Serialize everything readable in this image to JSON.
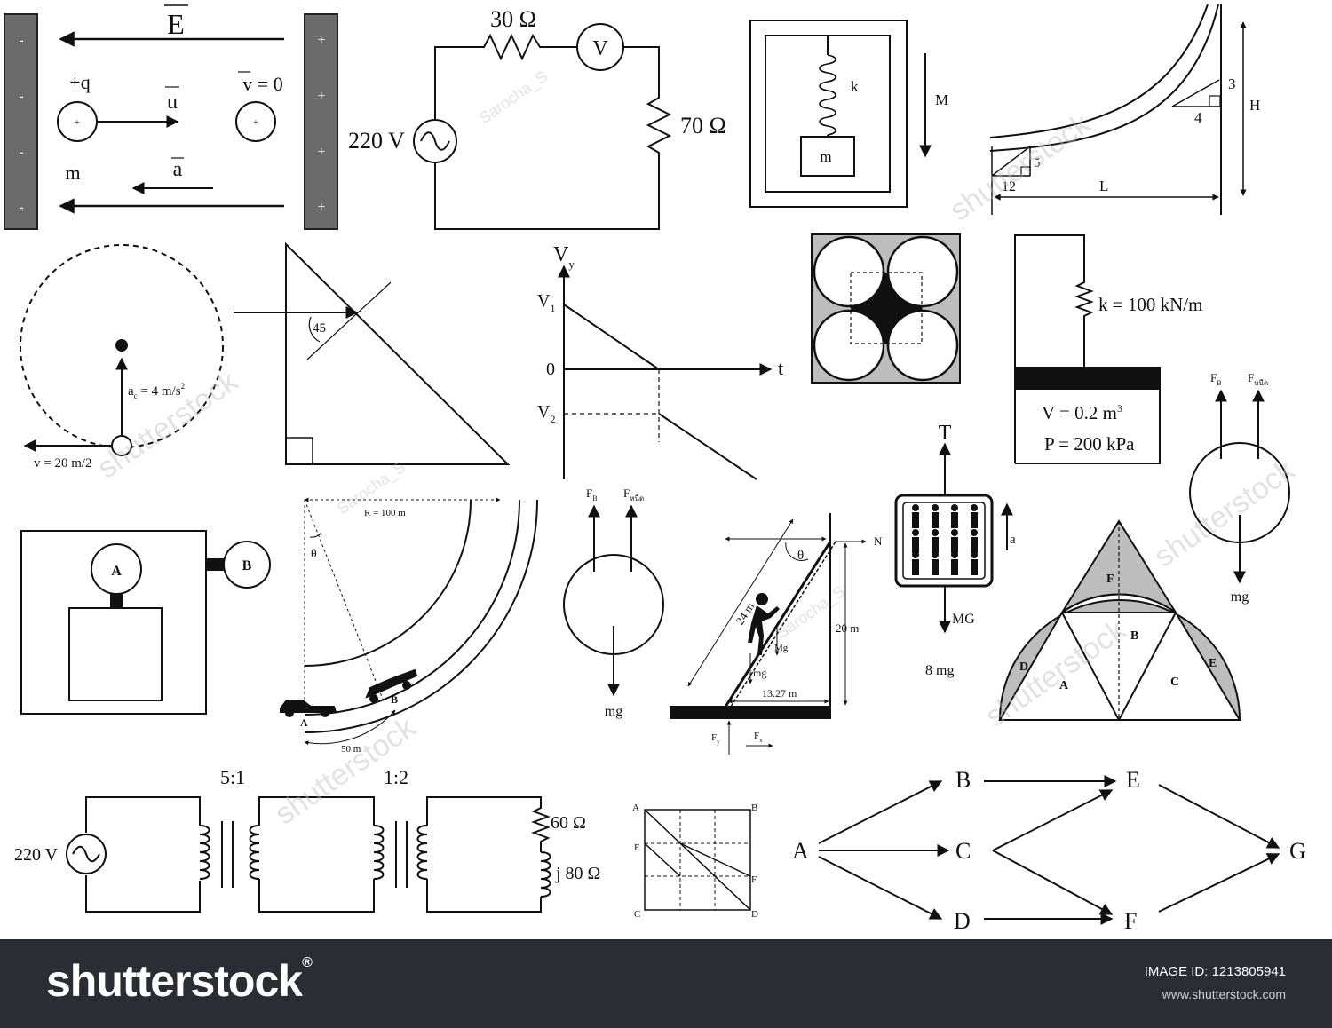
{
  "efield": {
    "E": "E",
    "q": "+q",
    "v0": "v = 0",
    "u": "u",
    "a": "a",
    "m": "m",
    "minus": "-",
    "plus": "+"
  },
  "circuit1": {
    "r1": "30 Ω",
    "r2": "70 Ω",
    "source": "220 V",
    "meter": "V"
  },
  "elevator": {
    "k": "k",
    "m": "m",
    "M": "M"
  },
  "track": {
    "n3": "3",
    "n4": "4",
    "H": "H",
    "n5": "5",
    "n12": "12",
    "L": "L"
  },
  "circular": {
    "ac": "a",
    "ac_sub": "c",
    "ac_val": "= 4 m/s",
    "ac_exp": "2",
    "v": "v = 20 m/2"
  },
  "prism": {
    "angle": "45"
  },
  "graph": {
    "vy": "V",
    "vy_sub": "y",
    "v1": "V",
    "v1_sub": "1",
    "zero": "0",
    "v2": "V",
    "v2_sub": "2",
    "t": "t"
  },
  "piston": {
    "k": "k = 100 kN/m",
    "V": "V = 0.2 m",
    "V_exp": "3",
    "P": "P = 200 kPa"
  },
  "fbd_right": {
    "fb": "F",
    "fb_sub": "B",
    "fn": "F",
    "fn_sub": "หนืด",
    "mg": "mg"
  },
  "meters": {
    "A": "A",
    "B": "B"
  },
  "curve": {
    "R": "R = 100 m",
    "theta": "θ",
    "A": "A",
    "B": "B",
    "arc": "50 m"
  },
  "fbd_mid": {
    "fb": "F",
    "fb_sub": "B",
    "fn": "F",
    "fn_sub": "หนืด",
    "mg": "mg"
  },
  "ladder": {
    "len": "24 m",
    "theta": "θ",
    "N": "N",
    "height": "20 m",
    "Mg": "Mg",
    "mg": "mg",
    "base": "13.27 m",
    "fy": "F",
    "fy_sub": "y",
    "fx": "F",
    "fx_sub": "x"
  },
  "lift": {
    "T": "T",
    "a": "a",
    "MG": "MG",
    "mg8": "8 mg"
  },
  "lune": {
    "F": "F",
    "B": "B",
    "D": "D",
    "E": "E",
    "A": "A",
    "C": "C"
  },
  "transformer": {
    "ratio1": "5:1",
    "ratio2": "1:2",
    "source": "220 V",
    "r": "60 Ω",
    "x": "j 80 Ω"
  },
  "grid": {
    "A": "A",
    "B": "B",
    "E": "E",
    "F": "F",
    "C": "C",
    "D": "D"
  },
  "network": {
    "A": "A",
    "B": "B",
    "C": "C",
    "D": "D",
    "E": "E",
    "F": "F",
    "G": "G"
  },
  "watermarks": {
    "brand": "shutterstock",
    "author": "Sarocha_S"
  },
  "footer": {
    "logo": "shutterstock",
    "logo_mark": "®",
    "image_id": "IMAGE ID: 1213805941",
    "site": "www.shutterstock.com"
  }
}
